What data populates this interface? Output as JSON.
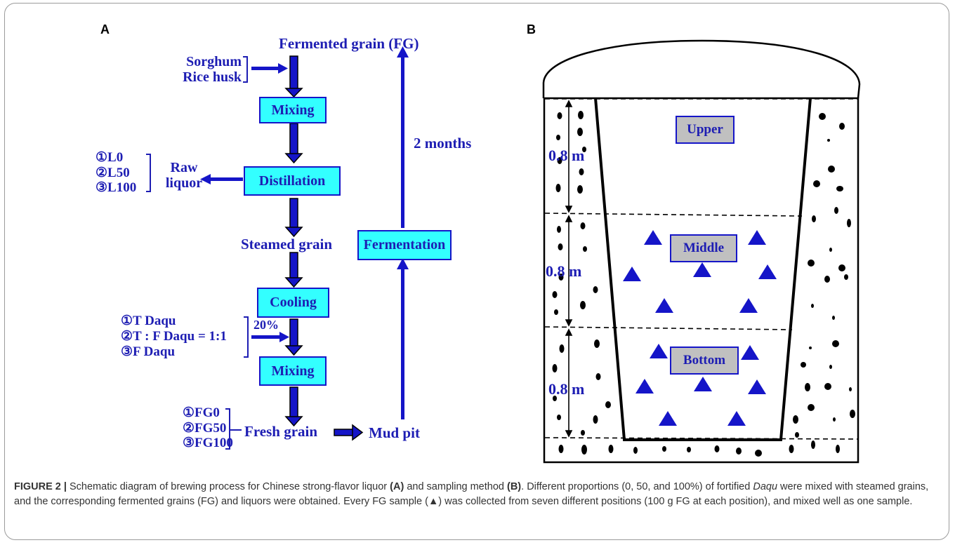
{
  "panel_a": {
    "letter": "A",
    "top_label": "Fermented grain (FG)",
    "inputs": [
      "Sorghum",
      "Rice husk"
    ],
    "mixing_1": "Mixing",
    "distillation": "Distillation",
    "raw_liquor": [
      "Raw",
      "liquor"
    ],
    "liquor_samples": [
      "①L0",
      "②L50",
      "③L100"
    ],
    "steamed_grain": "Steamed grain",
    "cooling": "Cooling",
    "daqu_options": [
      "①T Daqu",
      "②T : F Daqu = 1:1",
      "③F Daqu"
    ],
    "daqu_percent": "20%",
    "mixing_2": "Mixing",
    "fg_samples": [
      "①FG0",
      "②FG50",
      "③FG100"
    ],
    "fresh_grain": "Fresh grain",
    "mud_pit": "Mud pit",
    "fermentation": "Fermentation",
    "duration": "2 months"
  },
  "panel_b": {
    "letter": "B",
    "layers": [
      "Upper",
      "Middle",
      "Bottom"
    ],
    "depths": [
      "0.8 m",
      "0.8 m",
      "0.8 m"
    ]
  },
  "caption": {
    "fig_label": "FIGURE 2 |",
    "t1": " Schematic diagram of brewing process for Chinese strong-flavor liquor ",
    "a": "(A)",
    "t2": " and sampling method ",
    "b": "(B)",
    "t3": ". Different proportions (0, 50, and 100%) of fortified ",
    "daqu": "Daqu",
    "t4": " were mixed with steamed grains, and the corresponding fermented grains (FG) and liquors were obtained. Every FG sample (▲) was collected from seven different positions (100 g FG at each position), and mixed well as one sample."
  },
  "colors": {
    "text_blue": "#1d1db3",
    "box_fill": "#33ffff",
    "arrow_blue": "#1515c8",
    "label_gray": "#c0c0c0"
  }
}
